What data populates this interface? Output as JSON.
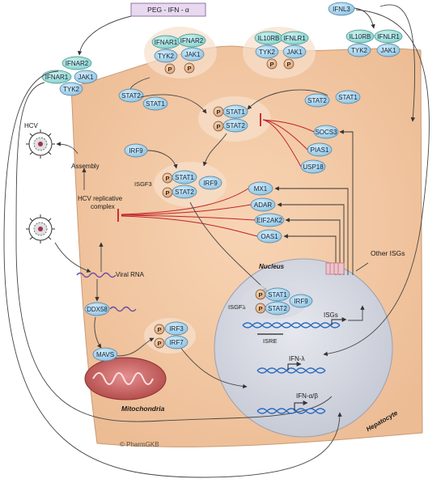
{
  "drug": {
    "label": "PEG - IFN - α"
  },
  "ifnl": {
    "label": "IFNL3"
  },
  "receptors": {
    "left_outside": [
      "IFNAR2",
      "IFNAR1",
      "JAK1",
      "TYK2"
    ],
    "ifnar_complex": [
      "IFNAR1",
      "IFNAR2",
      "TYK2",
      "JAK1"
    ],
    "il10_complex": [
      "IL10RB",
      "IFNLR1",
      "TYK2",
      "JAK1"
    ],
    "right_outside": [
      "IL10RB",
      "IFNLR1",
      "TYK2",
      "JAK1"
    ]
  },
  "phospho": "P",
  "stats": {
    "stat1": "STAT1",
    "stat2": "STAT2",
    "irf9": "IRF9"
  },
  "inhibitors": [
    "SOCS3",
    "PIAS1",
    "USP18"
  ],
  "isgs": [
    "MX1",
    "ADAR",
    "EIF2AK2",
    "OAS1"
  ],
  "labels": {
    "hcv": "HCV",
    "assembly": "Assembly",
    "replicative": "HCV replicative complex",
    "isgf3": "ISGF3",
    "viral_rna": "Viral RNA",
    "ddx58": "DDX58",
    "mavs": "MAVS",
    "irf3": "IRF3",
    "irf7": "IRF7",
    "mitochondria": "Mitochondria",
    "nucleus": "Nucleus",
    "other_isgs": "Other ISGs",
    "isgs_gene": "ISGs",
    "isre": "ISRE",
    "ifn_lambda": "IFN-λ",
    "ifn_ab": "IFN-α/β",
    "hepatocyte": "Hepatocyte",
    "watermark": "© PharmGKB"
  }
}
